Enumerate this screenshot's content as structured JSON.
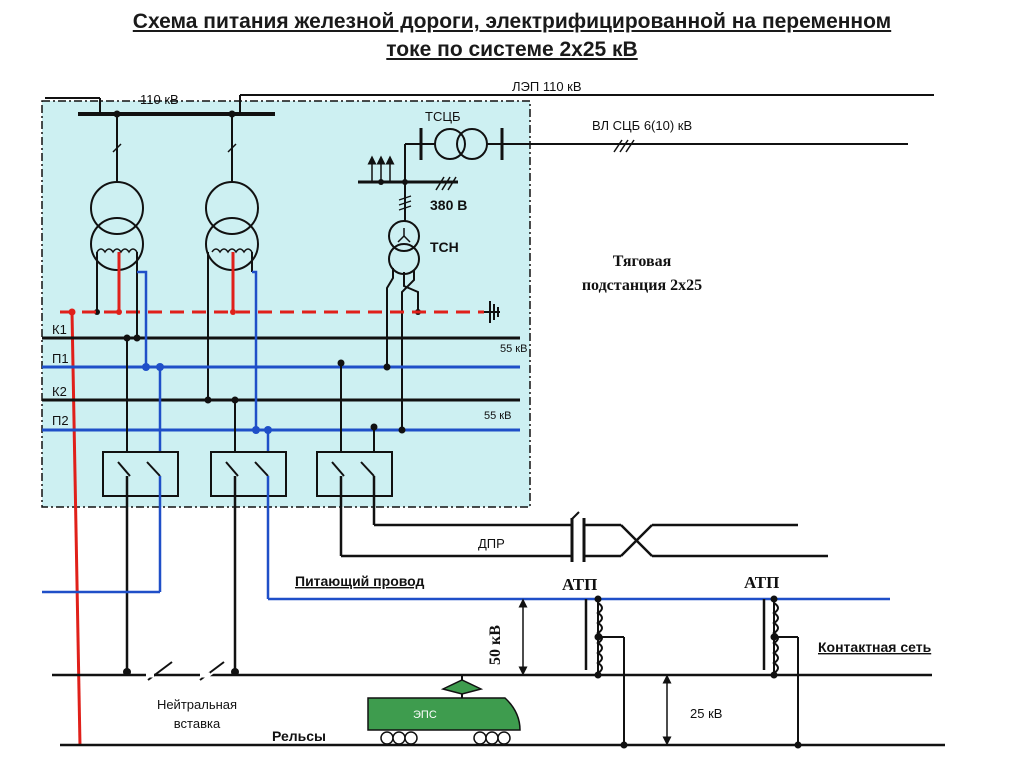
{
  "title": {
    "line1": "Схема питания железной дороги, электрифицированной на переменном",
    "line2": "токе по системе 2х25 кВ"
  },
  "labels": {
    "bus_110": "110 кВ",
    "lep": "ЛЭП 110 кВ",
    "tscb": "ТСЦБ",
    "vl_scb": "ВЛ СЦБ 6(10) кВ",
    "v380": "380 В",
    "tsn": "ТСН",
    "substation_line1": "Тяговая",
    "substation_line2": "подстанция 2х25",
    "k1": "К1",
    "p1": "П1",
    "k2": "К2",
    "p2": "П2",
    "kv55_top": "55 кВ",
    "kv55_bottom": "55 кВ",
    "dpr": "ДПР",
    "feeder": "Питающий провод",
    "atp1": "АТП",
    "atp2": "АТП",
    "kv50": "50 кВ",
    "contact_net": "Контактная сеть",
    "neutral_line1": "Нейтральная",
    "neutral_line2": "вставка",
    "rails": "Рельсы",
    "eps": "ЭПС",
    "kv25": "25 кВ"
  },
  "colors": {
    "substation_fill": "#cdf0f2",
    "feeder_blue": "#1f4fc8",
    "ground_red": "#e0201a",
    "eps_green": "#3e9c4e",
    "line_black": "#111111"
  }
}
